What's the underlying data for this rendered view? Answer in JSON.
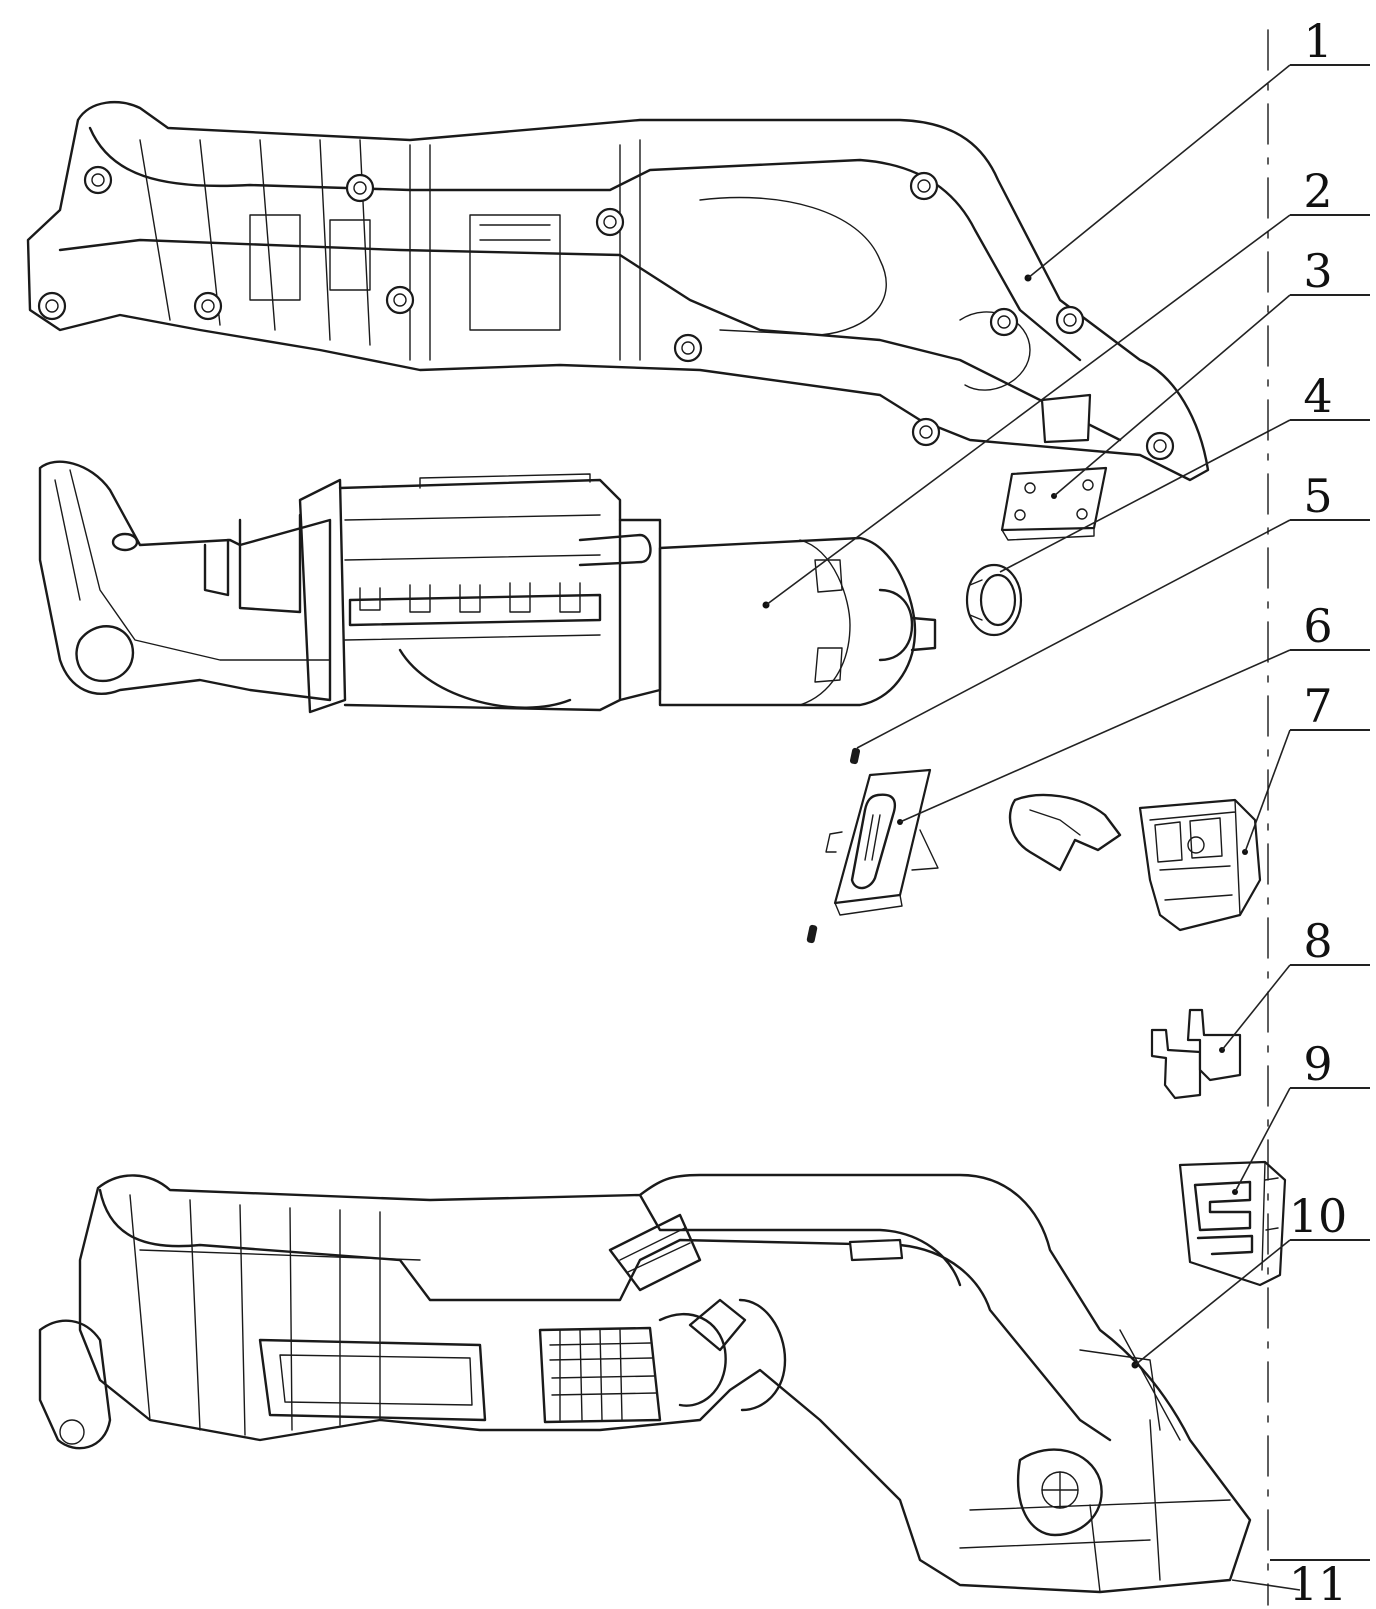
{
  "labels": [
    "1",
    "2",
    "3",
    "4",
    "5",
    "6",
    "7",
    "8",
    "9",
    "10",
    "11"
  ],
  "colors": {
    "ink": "#1a1a1a",
    "paper": "#ffffff"
  }
}
